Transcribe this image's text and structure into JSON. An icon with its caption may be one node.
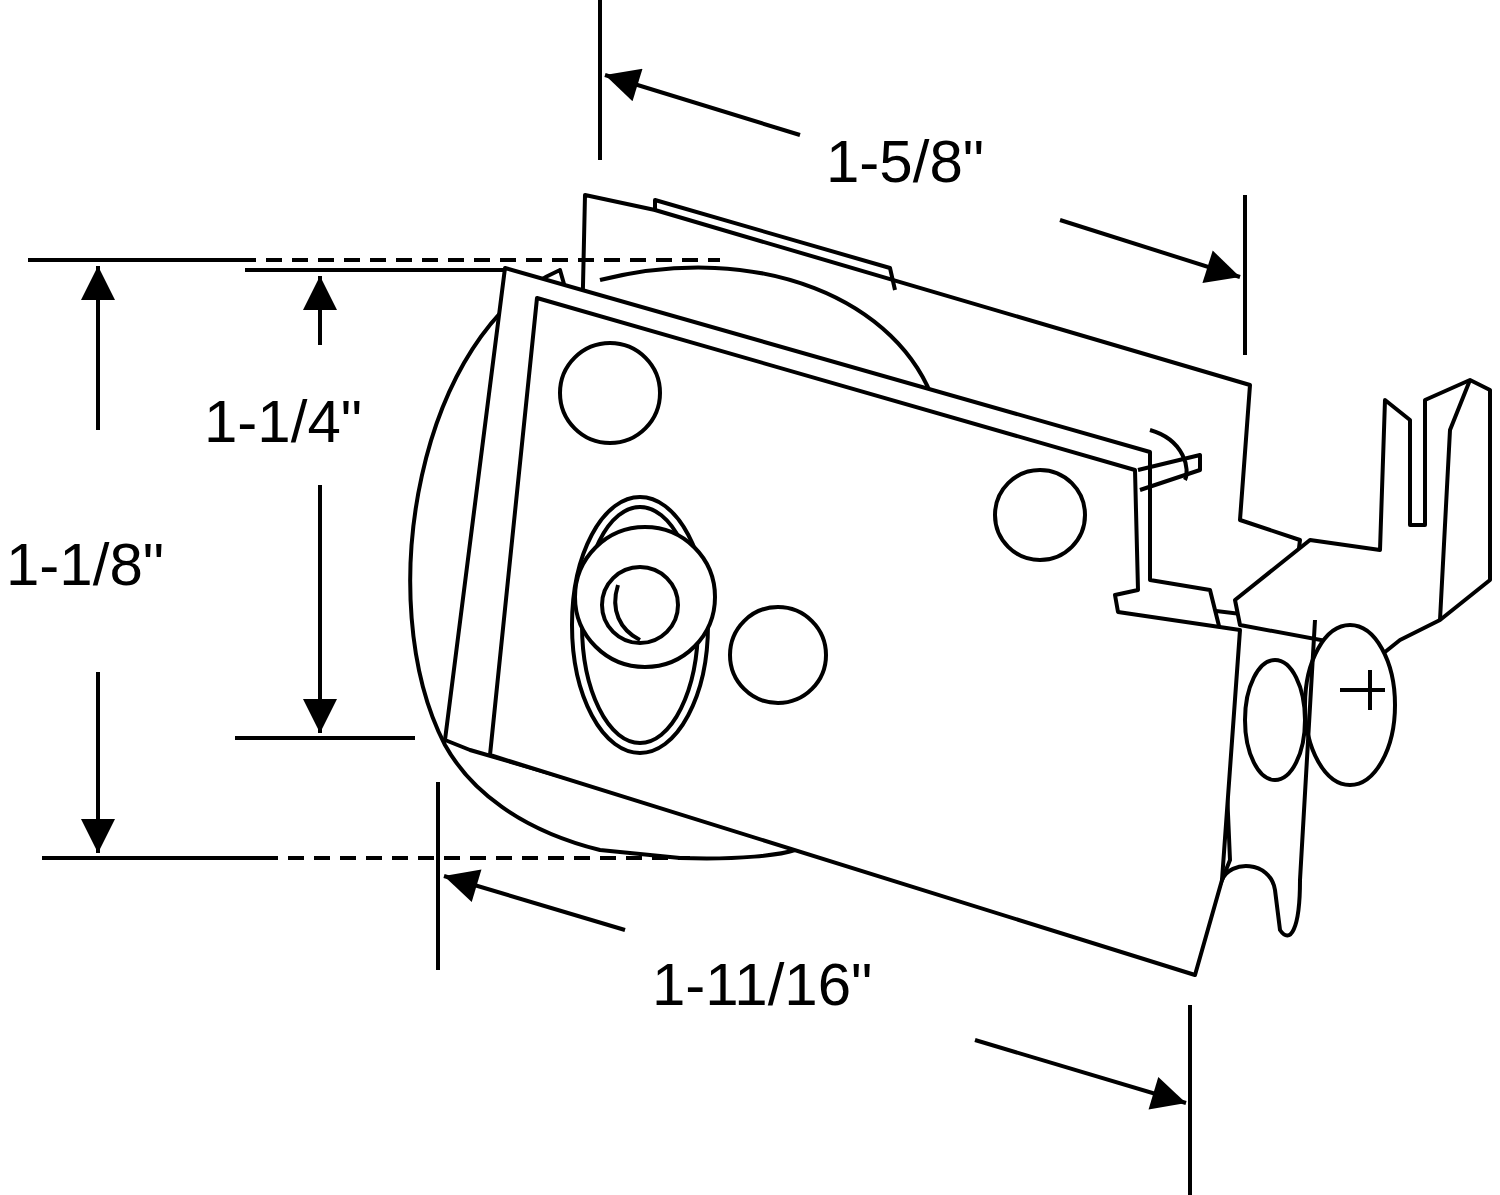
{
  "diagram": {
    "labels": [
      "1-5/8\"",
      "1-1/4\"",
      "1-1/8\"",
      "1-11/16\""
    ]
  }
}
